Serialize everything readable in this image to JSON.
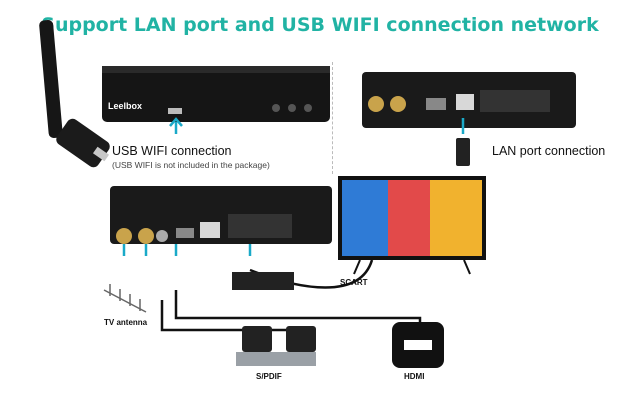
{
  "title": "Support LAN port and USB WIFI connection network",
  "brand": "Leelbox",
  "labels": {
    "usb_wifi": "USB WIFI connection",
    "usb_note": "(USB WIFI is not included in the package)",
    "lan": "LAN port connection",
    "scart": "SCART",
    "tv_antenna": "TV antenna",
    "spdif": "S/PDIF",
    "hdmi": "HDMI"
  },
  "colors": {
    "accent": "#21b3a4",
    "arrow": "#1aa9c8"
  }
}
